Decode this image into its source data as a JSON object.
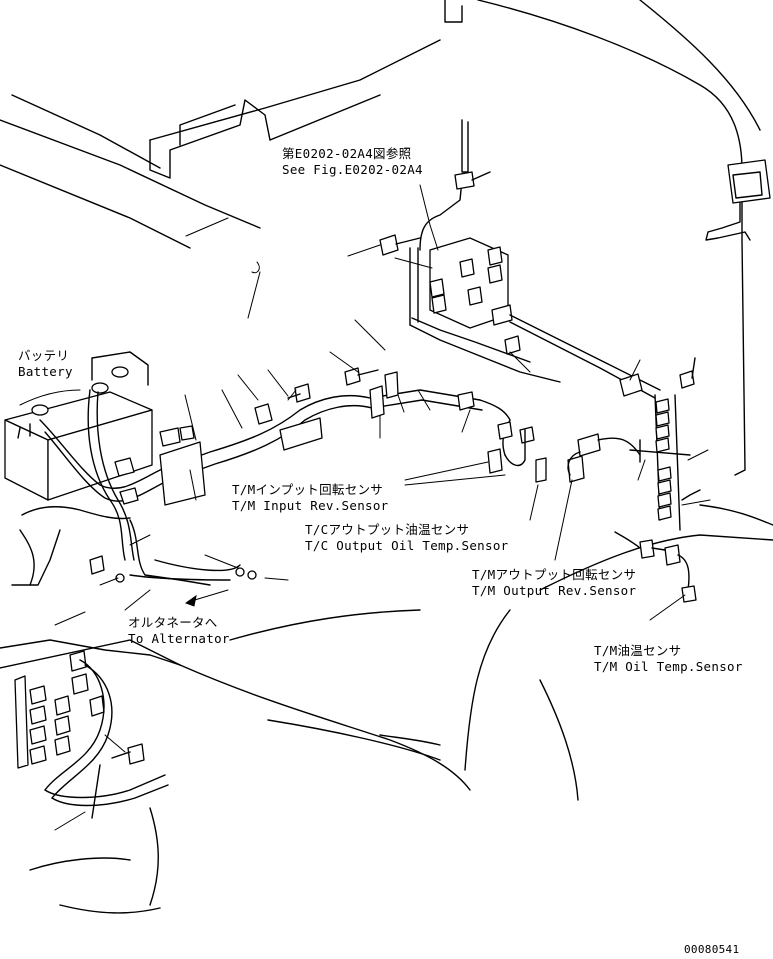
{
  "labels": {
    "ref": {
      "jp": "第E0202-02A4図参照",
      "en": "See Fig.E0202-02A4"
    },
    "battery": {
      "jp": "バッテリ",
      "en": "Battery"
    },
    "input_sensor": {
      "jp": "T/Mインプット回転センサ",
      "en": "T/M Input Rev.Sensor"
    },
    "tc_temp_sensor": {
      "jp": "T/Cアウトプット油温センサ",
      "en": "T/C Output Oil Temp.Sensor"
    },
    "output_sensor": {
      "jp": "T/Mアウトプット回転センサ",
      "en": "T/M Output Rev.Sensor"
    },
    "oil_temp_sensor": {
      "jp": "T/M油温センサ",
      "en": "T/M Oil Temp.Sensor"
    },
    "alternator": {
      "jp": "オルタネータへ",
      "en": "To Alternator"
    }
  },
  "figure_number": "00080541"
}
